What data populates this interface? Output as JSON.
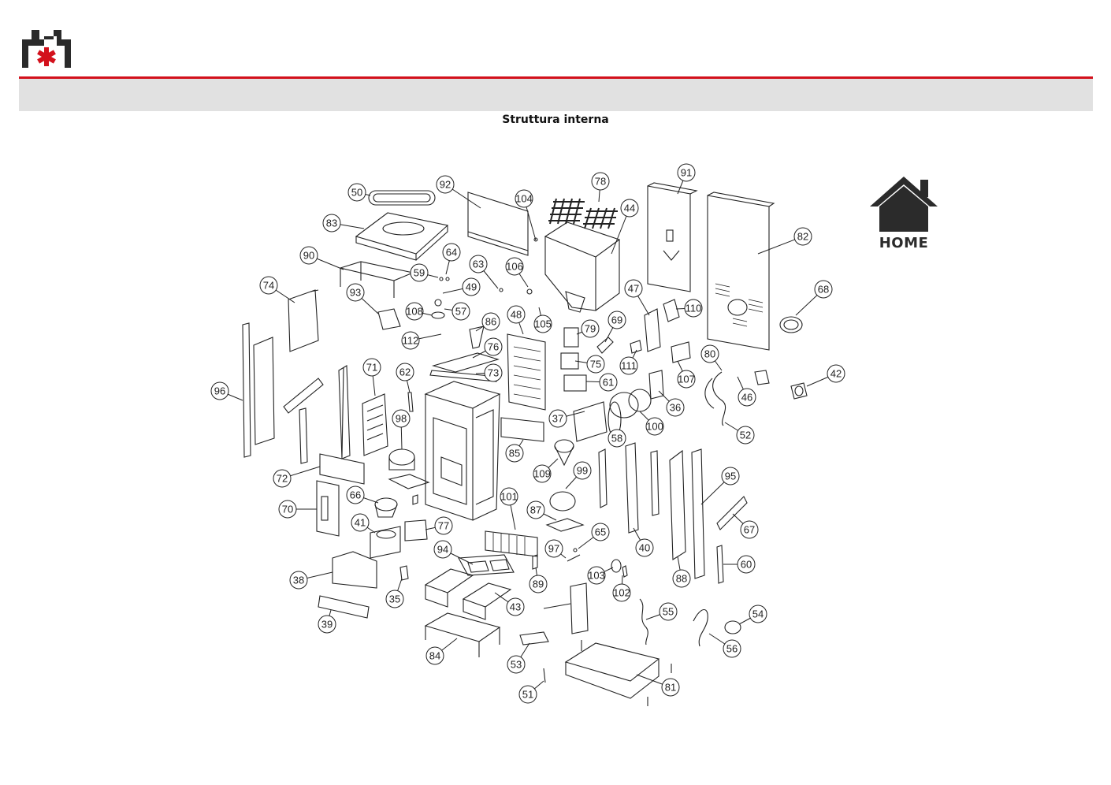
{
  "header": {
    "section_title": "Struttura interna",
    "home_label": "HOME"
  },
  "colors": {
    "accent_red": "#d3111c",
    "band_grey": "#e1e1e1",
    "line": "#222222"
  },
  "icons": [
    "brand-logo",
    "home-icon"
  ],
  "callouts": [
    {
      "label": "50"
    },
    {
      "label": "92"
    },
    {
      "label": "104"
    },
    {
      "label": "78"
    },
    {
      "label": "44"
    },
    {
      "label": "91"
    },
    {
      "label": "82"
    },
    {
      "label": "83"
    },
    {
      "label": "64"
    },
    {
      "label": "90"
    },
    {
      "label": "59"
    },
    {
      "label": "63"
    },
    {
      "label": "106"
    },
    {
      "label": "74"
    },
    {
      "label": "49"
    },
    {
      "label": "93"
    },
    {
      "label": "108"
    },
    {
      "label": "57"
    },
    {
      "label": "86"
    },
    {
      "label": "48"
    },
    {
      "label": "105"
    },
    {
      "label": "79"
    },
    {
      "label": "69"
    },
    {
      "label": "47"
    },
    {
      "label": "110"
    },
    {
      "label": "68"
    },
    {
      "label": "112"
    },
    {
      "label": "76"
    },
    {
      "label": "75"
    },
    {
      "label": "111"
    },
    {
      "label": "80"
    },
    {
      "label": "71"
    },
    {
      "label": "62"
    },
    {
      "label": "73"
    },
    {
      "label": "61"
    },
    {
      "label": "107"
    },
    {
      "label": "46"
    },
    {
      "label": "42"
    },
    {
      "label": "96"
    },
    {
      "label": "98"
    },
    {
      "label": "37"
    },
    {
      "label": "36"
    },
    {
      "label": "100"
    },
    {
      "label": "58"
    },
    {
      "label": "52"
    },
    {
      "label": "85"
    },
    {
      "label": "109"
    },
    {
      "label": "99"
    },
    {
      "label": "95"
    },
    {
      "label": "72"
    },
    {
      "label": "66"
    },
    {
      "label": "101"
    },
    {
      "label": "70"
    },
    {
      "label": "87"
    },
    {
      "label": "67"
    },
    {
      "label": "41"
    },
    {
      "label": "77"
    },
    {
      "label": "65"
    },
    {
      "label": "94"
    },
    {
      "label": "97"
    },
    {
      "label": "40"
    },
    {
      "label": "60"
    },
    {
      "label": "38"
    },
    {
      "label": "103"
    },
    {
      "label": "88"
    },
    {
      "label": "89"
    },
    {
      "label": "102"
    },
    {
      "label": "35"
    },
    {
      "label": "43"
    },
    {
      "label": "55"
    },
    {
      "label": "54"
    },
    {
      "label": "39"
    },
    {
      "label": "84"
    },
    {
      "label": "56"
    },
    {
      "label": "53"
    },
    {
      "label": "81"
    },
    {
      "label": "51"
    }
  ]
}
